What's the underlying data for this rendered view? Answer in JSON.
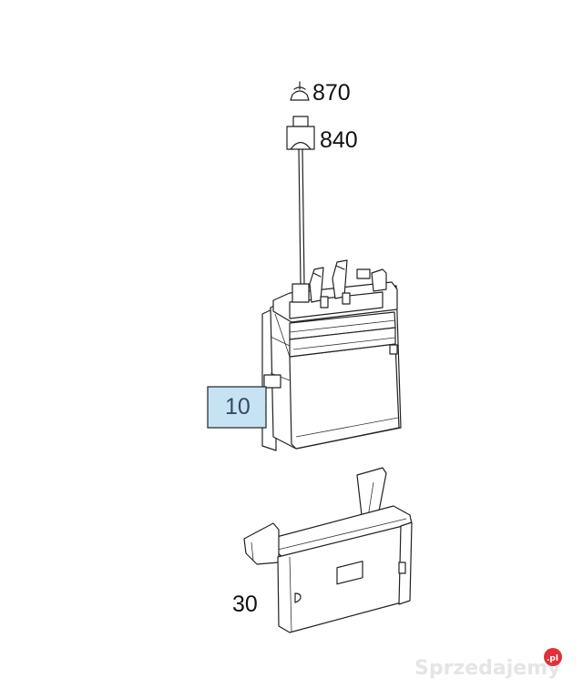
{
  "parts": {
    "label_870": "870",
    "label_840": "840",
    "label_10": "10",
    "label_30": "30"
  },
  "watermark": {
    "text": "Sprzedajemy",
    "suffix": ".pl"
  },
  "colors": {
    "callout_fill": "#c5e3f3",
    "callout_border": "#222222",
    "line": "#222222",
    "watermark_dot": "#e0262e"
  },
  "icons": {
    "part_870": "push-pin-symbol-icon",
    "part_840": "connector-plug-icon"
  }
}
